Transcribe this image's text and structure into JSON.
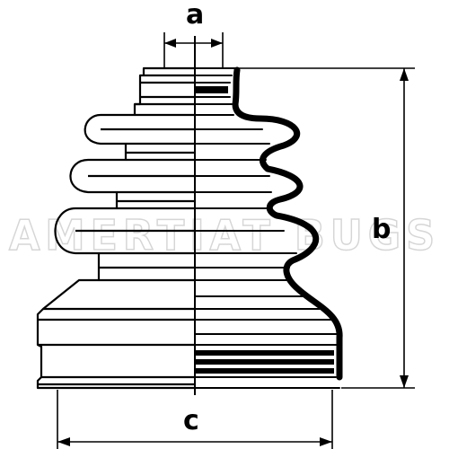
{
  "diagram": {
    "labels": {
      "a": "a",
      "b": "b",
      "c": "c"
    },
    "watermark": "AMERTIAT BUGS",
    "colors": {
      "ink": "#000000",
      "watermark": "#d6d6d6",
      "background": "#ffffff"
    }
  }
}
